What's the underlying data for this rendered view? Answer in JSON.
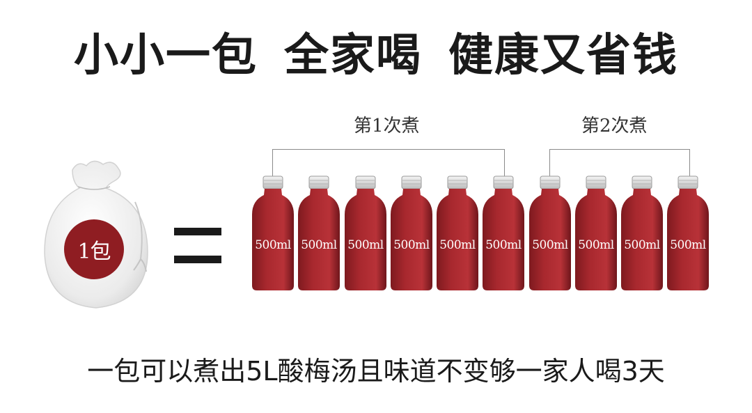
{
  "headline": {
    "part1": "小小一包",
    "part2": "全家喝",
    "part3": "健康又省钱"
  },
  "groups": [
    {
      "label": "第1次煮"
    },
    {
      "label": "第2次煮"
    }
  ],
  "bag": {
    "badge_text": "1包"
  },
  "bottles": [
    {
      "volume": "500ml"
    },
    {
      "volume": "500ml"
    },
    {
      "volume": "500ml"
    },
    {
      "volume": "500ml"
    },
    {
      "volume": "500ml"
    },
    {
      "volume": "500ml"
    },
    {
      "volume": "500ml"
    },
    {
      "volume": "500ml"
    },
    {
      "volume": "500ml"
    },
    {
      "volume": "500ml"
    }
  ],
  "caption": "一包可以煮出5L酸梅汤且味道不变够一家人喝3天",
  "colors": {
    "bottle_red": "#a8282e",
    "badge_red": "#8f1d22",
    "text_dark": "#1a1a1a"
  }
}
